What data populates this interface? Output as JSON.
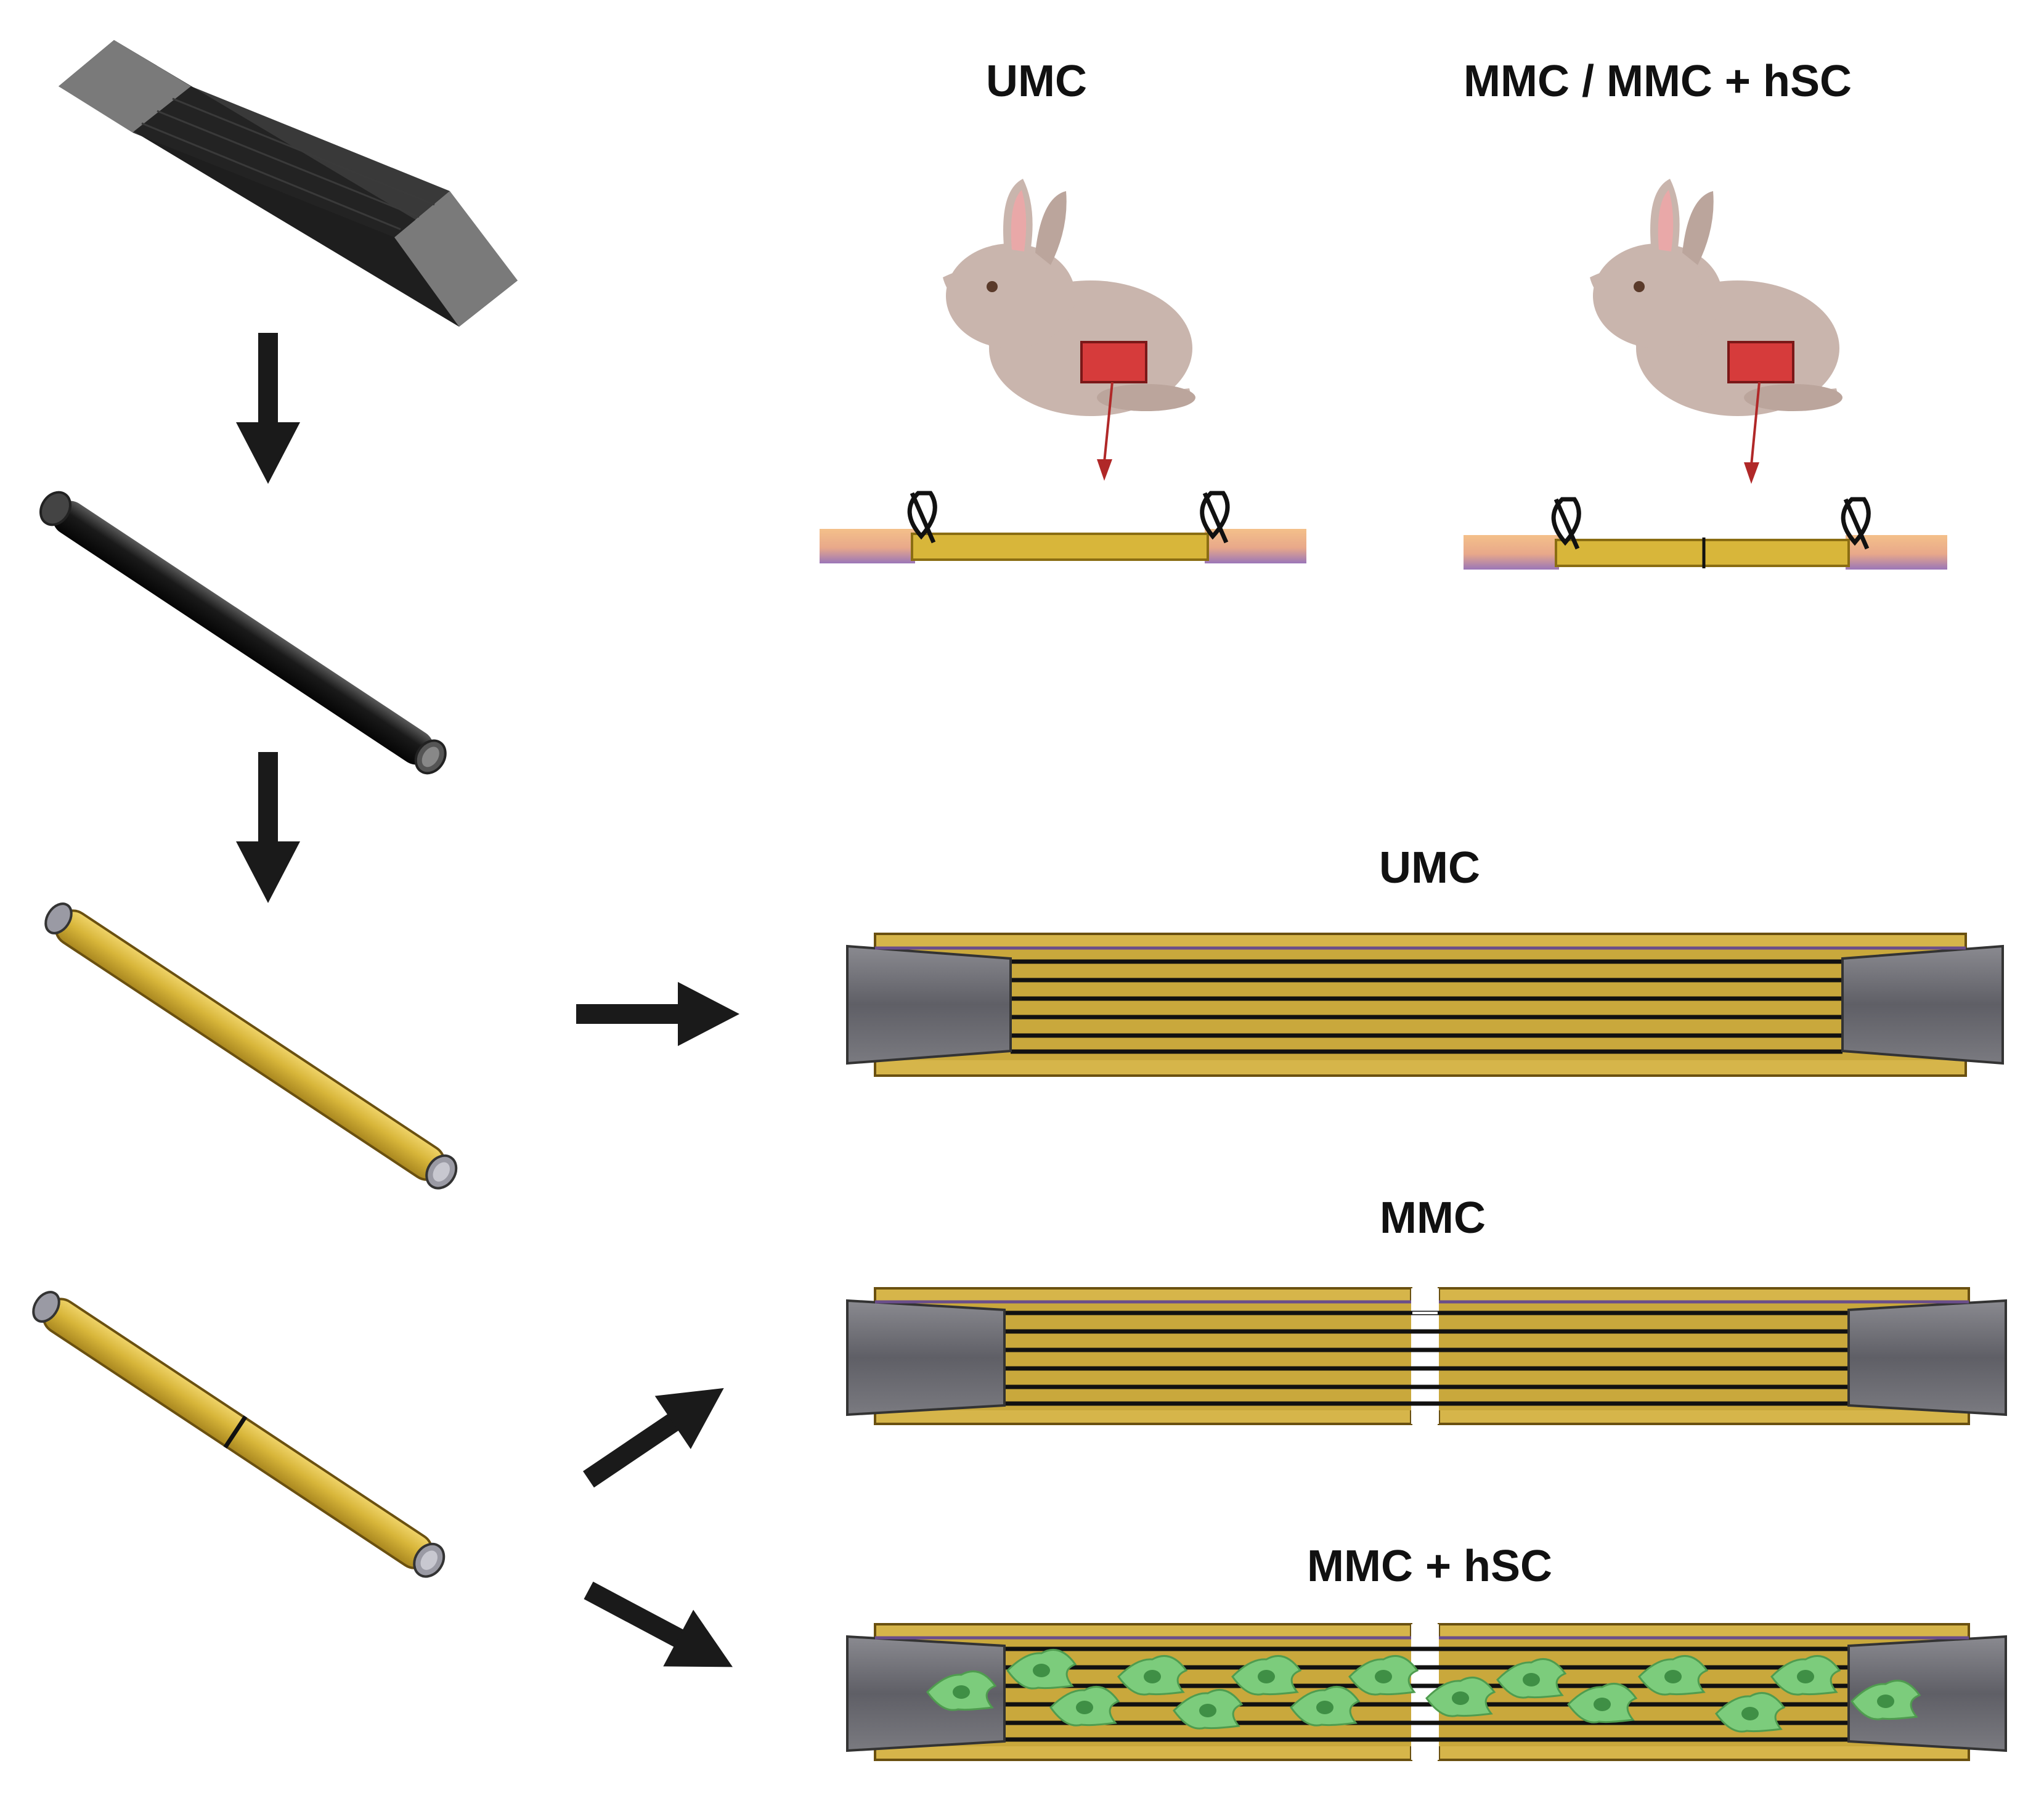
{
  "labels": {
    "top_left_group": "UMC",
    "top_right_group": "MMC / MMC + hSC",
    "conduit_1": "UMC",
    "conduit_2": "MMC",
    "conduit_3": "MMC + hSC"
  },
  "colors": {
    "sheet_dark": "#1e1e1e",
    "sheet_grey": "#7a7a7a",
    "tube_black": "#141414",
    "tube_yellow": "#d8b63a",
    "tube_yellow_edge": "#8a6d12",
    "fiber_yellow": "#c9a83c",
    "connector_grey": "#6c6c72",
    "arrow": "#1a1a1a",
    "rabbit": "#c9b5ad",
    "graft_red": "#d63b3b",
    "nerve_orange": "#f2b98a",
    "nerve_purple": "#9a76b8",
    "cell_green": "#6fbf6f"
  },
  "icons": [
    "fiber-sheet-icon",
    "rolled-tube-icon",
    "rabbit-icon",
    "suture-icon",
    "schwann-cell-icon",
    "arrow-icon"
  ]
}
